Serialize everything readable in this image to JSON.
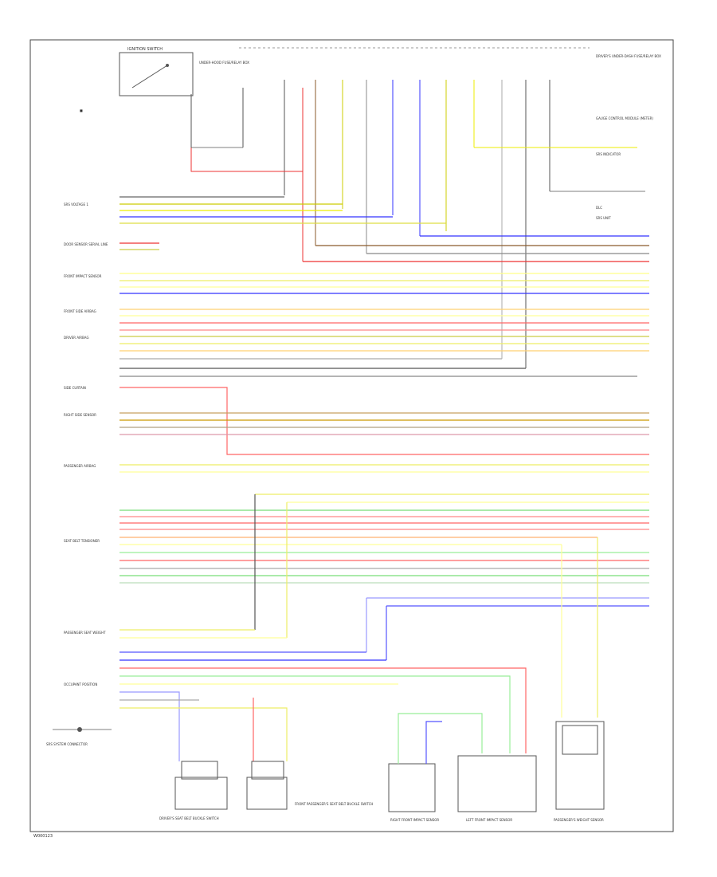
{
  "diagram": {
    "footer_code": "W000123",
    "top_components": {
      "ignition_switch": "IGNITION SWITCH",
      "fuse_box": "UNDER-HOOD FUSE/RELAY BOX",
      "dash_fuse_box": "DRIVER'S UNDER-DASH FUSE/RELAY BOX",
      "gauge_control_module": "GAUGE CONTROL MODULE (METER)",
      "right_side_connector": "SRS INDICATOR",
      "body_control": "DLC",
      "multiplex_unit": "SRS UNIT"
    },
    "left_labels": [
      "SRS VOLTAGE 1",
      "DOOR SENSOR SERIAL LINE",
      "FRONT IMPACT SENSOR",
      "FRONT SIDE AIRBAG",
      "DRIVER AIRBAG",
      "SIDE CURTAIN",
      "RIGHT SIDE SENSOR",
      "PASSENGER AIRBAG",
      "SEAT BELT TENSIONER",
      "PASSENGER SEAT WEIGHT",
      "OCCUPANT POSITION"
    ],
    "bottom_components": [
      "DRIVER'S SEAT BELT BUCKLE SWITCH",
      "FRONT PASSENGER'S SEAT BELT BUCKLE SWITCH",
      "RIGHT FRONT IMPACT SENSOR",
      "LEFT FRONT IMPACT SENSOR",
      "PASSENGER'S WEIGHT SENSOR"
    ],
    "legend_note": "SRS SYSTEM CONNECTOR"
  }
}
